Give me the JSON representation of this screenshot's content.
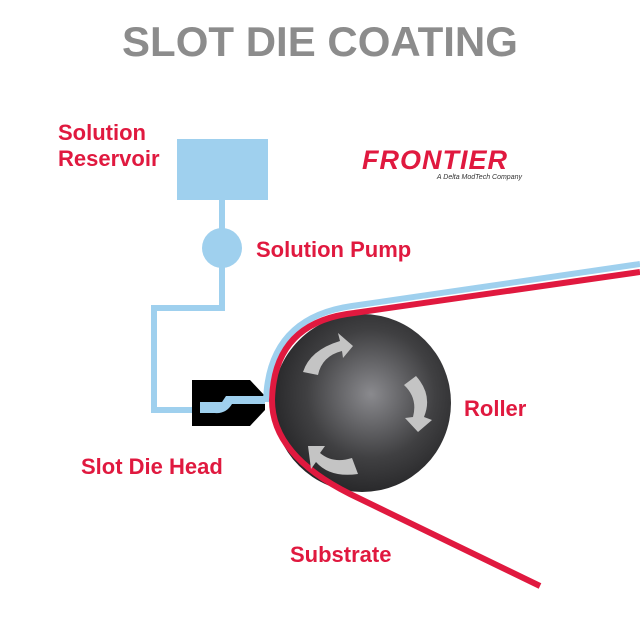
{
  "title": "SLOT DIE COATING",
  "labels": {
    "reservoir": "Solution\nReservoir",
    "reservoir_line1": "Solution",
    "reservoir_line2": "Reservoir",
    "pump": "Solution Pump",
    "roller": "Roller",
    "die_head": "Slot Die Head",
    "substrate": "Substrate"
  },
  "logo": {
    "name": "FRONTIER",
    "tagline": "A Delta ModTech Company"
  },
  "colors": {
    "accent": "#e0193f",
    "solution": "#9fd0ee",
    "title": "#8c8c8c",
    "roller": "#3a3a3a",
    "arrow": "#c4c4c4"
  }
}
